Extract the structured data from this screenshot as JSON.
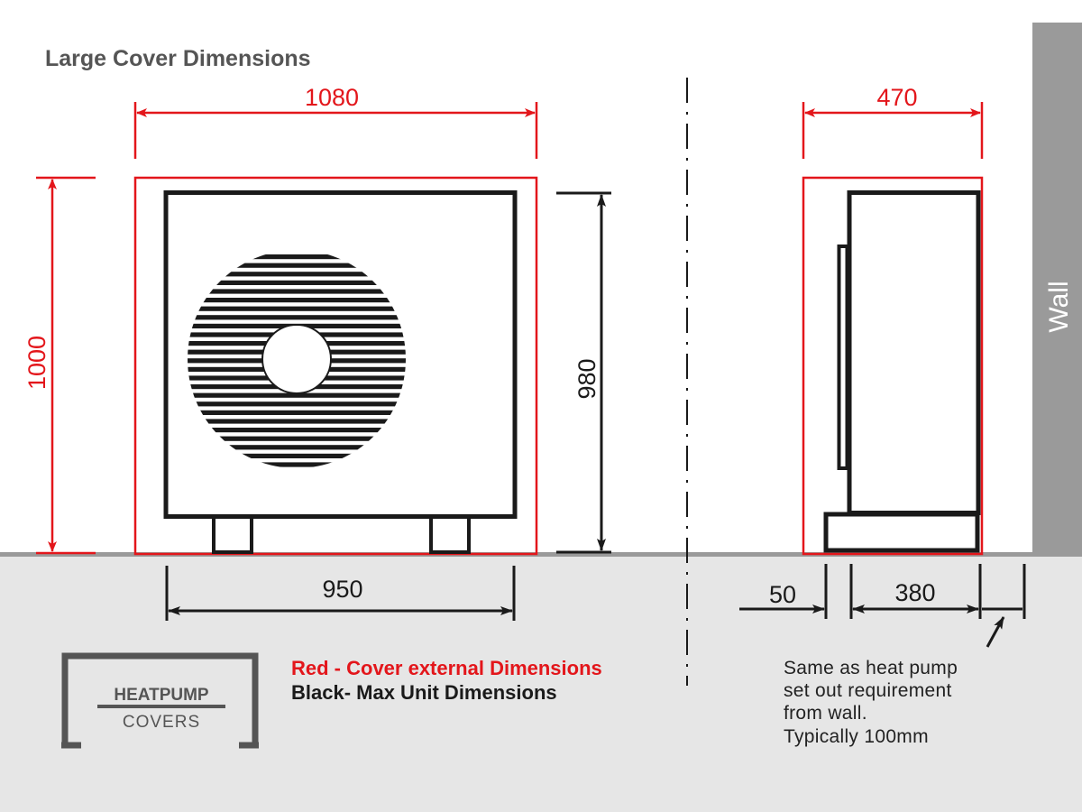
{
  "title": "Large Cover Dimensions",
  "colors": {
    "cover_red": "#e3161b",
    "unit_black": "#1a1a1a",
    "ground_grey": "#e6e6e6",
    "wall_grey": "#9a9a9a",
    "logo_grey": "#555555"
  },
  "front_view": {
    "cover_width": "1080",
    "cover_height": "1000",
    "unit_height": "980",
    "unit_width": "950"
  },
  "side_view": {
    "cover_depth": "470",
    "gap": "50",
    "unit_depth": "380"
  },
  "wall_label": "Wall",
  "note": {
    "lines": [
      "Same as heat pump",
      "set out requirement",
      "from wall.",
      "Typically 100mm"
    ]
  },
  "legend": {
    "red": "Red - Cover external Dimensions",
    "black": "Black- Max Unit Dimensions"
  },
  "logo": {
    "line1": "HEATPUMP",
    "line2": "COVERS"
  }
}
